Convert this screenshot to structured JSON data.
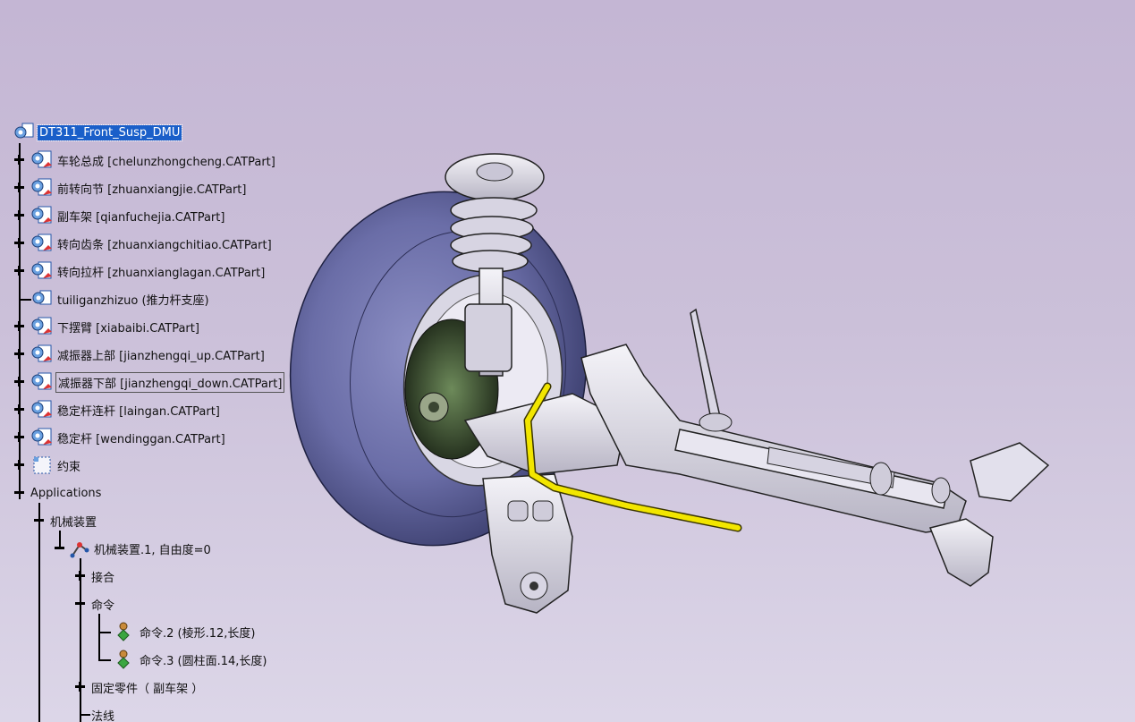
{
  "tree": {
    "root": {
      "label": "DT311_Front_Susp_DMU",
      "icon": "product-icon"
    },
    "parts": [
      {
        "label": "车轮总成 [chelunzhongcheng.CATPart]",
        "icon": "part-icon",
        "expander": "plus"
      },
      {
        "label": "前转向节 [zhuanxiangjie.CATPart]",
        "icon": "part-icon",
        "expander": "plus"
      },
      {
        "label": "副车架 [qianfuchejia.CATPart]",
        "icon": "part-icon",
        "expander": "plus"
      },
      {
        "label": "转向齿条 [zhuanxiangchitiao.CATPart]",
        "icon": "part-icon",
        "expander": "plus"
      },
      {
        "label": "转向拉杆 [zhuanxianglagan.CATPart]",
        "icon": "part-icon",
        "expander": "plus"
      },
      {
        "label": "tuiliganzhizuo (推力杆支座)",
        "icon": "component-icon",
        "expander": "none"
      },
      {
        "label": "下摆臂 [xiabaibi.CATPart]",
        "icon": "part-icon",
        "expander": "plus"
      },
      {
        "label": "减振器上部 [jianzhengqi_up.CATPart]",
        "icon": "part-icon",
        "expander": "plus"
      },
      {
        "label": "减振器下部 [jianzhengqi_down.CATPart]",
        "icon": "part-icon",
        "expander": "plus"
      },
      {
        "label": "稳定杆连杆 [laingan.CATPart]",
        "icon": "part-icon",
        "expander": "plus"
      },
      {
        "label": "稳定杆 [wendinggan.CATPart]",
        "icon": "part-icon",
        "expander": "plus"
      },
      {
        "label": "约束",
        "icon": "constraints-icon",
        "expander": "plus"
      }
    ],
    "applications": {
      "label": "Applications",
      "mechanisms": {
        "label": "机械装置",
        "mechanism": {
          "label": "机械装置.1, 自由度=0",
          "joints": {
            "label": "接合"
          },
          "commands": {
            "label": "命令",
            "items": [
              {
                "label": "命令.2 (棱形.12,长度)"
              },
              {
                "label": "命令.3 (圆柱面.14,长度)"
              }
            ]
          },
          "fixed_part": {
            "label": "固定零件（ 副车架 ）"
          },
          "laws": {
            "label": "法线"
          }
        }
      }
    }
  },
  "colors": {
    "background_top": "#c4b6d4",
    "background_bottom": "#dcd6e8",
    "selection": "#1a5fc9",
    "tire": "#5b5e96",
    "metal": "#e6e4ee",
    "highlight": "#f2e600"
  }
}
